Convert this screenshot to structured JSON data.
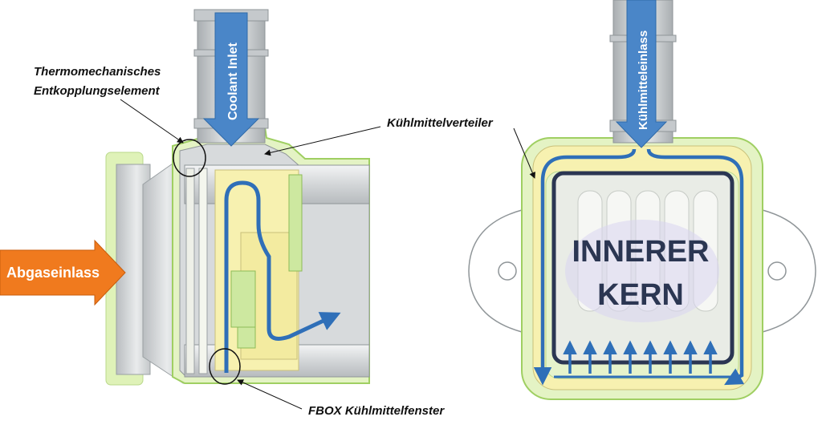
{
  "labels": {
    "thermo_line1": "Thermomechanisches",
    "thermo_line2": "Entkopplungselement",
    "distributor": "Kühlmittelverteiler",
    "fbox": "FBOX Kühlmittelfenster",
    "coolant_inlet": "Coolant Inlet",
    "exhaust_inlet": "Abgaseinlass",
    "coolant_inlet_de": "Kühlmitteleinlass",
    "core_line1": "INNERER",
    "core_line2": "KERN"
  },
  "colors": {
    "coolant_arrow": "#4a86c8",
    "flow_line": "#2f6fb8",
    "exhaust_arrow": "#f07a1e",
    "housing_green": "#dff2b8",
    "coolant_yellow": "#f7f1b0",
    "metal_gray": "#c9cdd0",
    "core_dark": "#2b3652",
    "callout_line": "#111111"
  },
  "icons": [
    "coolant-flow-arrow",
    "exhaust-flow-arrow",
    "flow-path-arrow",
    "callout-circle"
  ]
}
